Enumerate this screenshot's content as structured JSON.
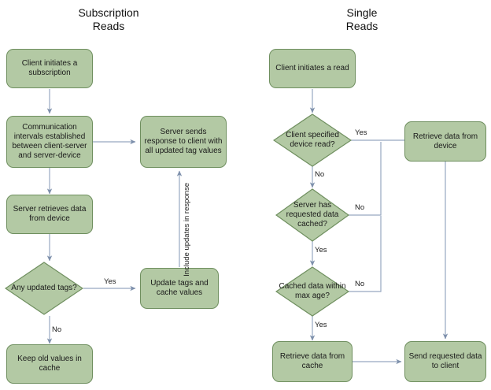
{
  "diagram": {
    "type": "flowchart",
    "background_color": "#ffffff",
    "node_fill_color": "#b3c9a4",
    "node_border_color": "#6f8f5f",
    "edge_color": "#8699b3",
    "text_color": "#1a1a1a"
  },
  "titles": {
    "left": "Subscription\nReads",
    "left_line1": "Subscription",
    "left_line2": "Reads",
    "right": "Single\nReads",
    "right_line1": "Single",
    "right_line2": "Reads"
  },
  "left_flow": {
    "nodes": [
      {
        "id": "sub-start",
        "shape": "process",
        "label": "Client initiates a subscription"
      },
      {
        "id": "sub-intervals",
        "shape": "process",
        "label": "Communication intervals established between client-server and server-device"
      },
      {
        "id": "sub-retrieve",
        "shape": "process",
        "label": "Server retrieves data from device"
      },
      {
        "id": "sub-any-updated",
        "shape": "decision",
        "label": "Any updated tags?"
      },
      {
        "id": "sub-keep-old",
        "shape": "process",
        "label": "Keep old values in cache"
      },
      {
        "id": "sub-update-tags",
        "shape": "process",
        "label": "Update tags and cache values"
      },
      {
        "id": "sub-server-sends",
        "shape": "process",
        "label": "Server sends response to client with all updated tag values"
      }
    ],
    "edge_labels": {
      "any_updated_yes": "Yes",
      "any_updated_no": "No",
      "include_updates": "Include updates in response"
    }
  },
  "right_flow": {
    "nodes": [
      {
        "id": "read-start",
        "shape": "process",
        "label": "Client initiates a read"
      },
      {
        "id": "client-specified",
        "shape": "decision",
        "label": "Client specified device read?"
      },
      {
        "id": "retrieve-device",
        "shape": "process",
        "label": "Retrieve data from device"
      },
      {
        "id": "server-cached",
        "shape": "decision",
        "label": "Server has requested data cached?"
      },
      {
        "id": "within-max-age",
        "shape": "decision",
        "label": "Cached data within max age?"
      },
      {
        "id": "retrieve-cache",
        "shape": "process",
        "label": "Retrieve data from cache"
      },
      {
        "id": "send-client",
        "shape": "process",
        "label": "Send requested data to client"
      }
    ],
    "edge_labels": {
      "client_specified_yes": "Yes",
      "client_specified_no": "No",
      "server_cached_no": "No",
      "server_cached_yes": "Yes",
      "within_max_age_no": "No",
      "within_max_age_yes": "Yes"
    }
  }
}
